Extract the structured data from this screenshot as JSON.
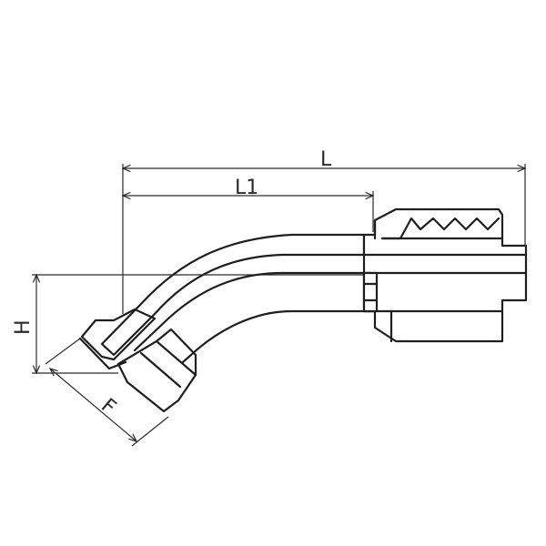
{
  "colors": {
    "line": "#1e1e1e",
    "background": "#ffffff"
  },
  "labels": {
    "overall_length": "L",
    "length_1": "L1",
    "height": "H",
    "flange": "F"
  }
}
